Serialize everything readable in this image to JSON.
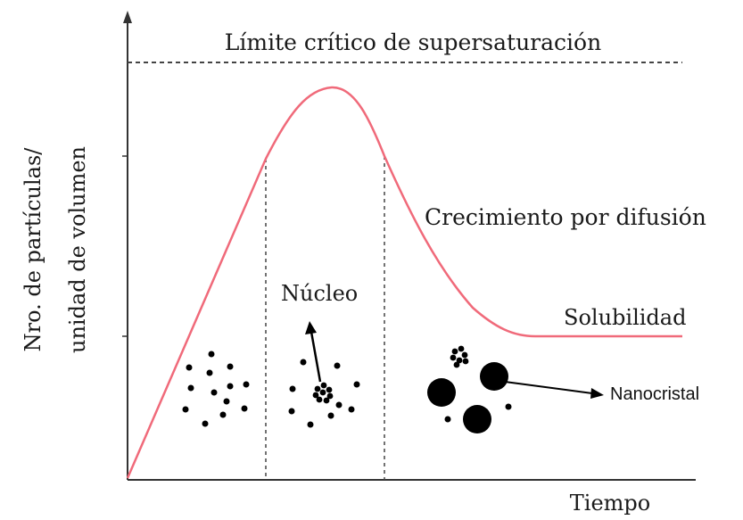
{
  "title": "Límite crítico de supersaturación",
  "y_axis_label_line1": "Nro. de partículas/",
  "y_axis_label_line2": "unidad de volumen",
  "x_axis_label": "Tiempo",
  "annotations": {
    "growth": "Crecimiento por difusión",
    "nucleus": "Núcleo",
    "solubility": "Solubilidad",
    "nanocrystal": "Nanocristal"
  },
  "colors": {
    "curve": "#f06a7a",
    "axis": "#333333",
    "particle": "#000000",
    "dashed": "#444444"
  }
}
